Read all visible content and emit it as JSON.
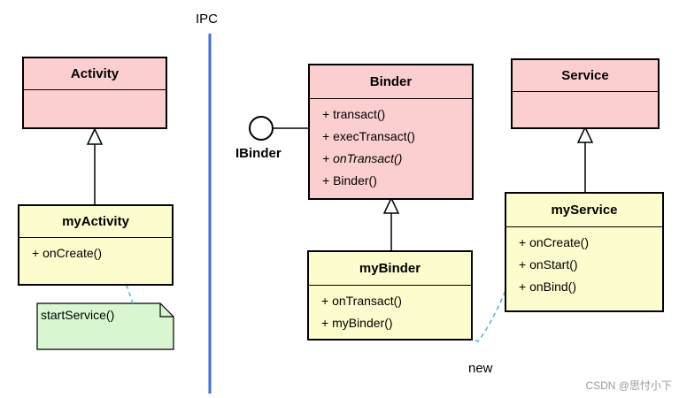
{
  "ipc_label": "IPC",
  "classes": {
    "activity": {
      "name": "Activity",
      "ops": []
    },
    "my_activity": {
      "name": "myActivity",
      "ops": [
        "+ onCreate()"
      ]
    },
    "binder": {
      "name": "Binder",
      "ops": [
        "+ transact()",
        "+ execTransact()",
        "+ onTransact()",
        "+ Binder()"
      ]
    },
    "my_binder": {
      "name": "myBinder",
      "ops": [
        "+ onTransact()",
        "+ myBinder()"
      ]
    },
    "service": {
      "name": "Service",
      "ops": []
    },
    "my_service": {
      "name": "myService",
      "ops": [
        "+ onCreate()",
        "+ onStart()",
        "+ onBind()"
      ]
    }
  },
  "interface_label": "IBinder",
  "note_text": "startService()",
  "new_label": "new",
  "watermark": "CSDN @思忖小下",
  "colors": {
    "abstract_fill": "#fbcfcf",
    "concrete_fill": "#fdfccc",
    "note_fill": "#d8f7d0",
    "ipc_line": "#3a6fdc",
    "dashed_link": "#4fb0e8"
  }
}
